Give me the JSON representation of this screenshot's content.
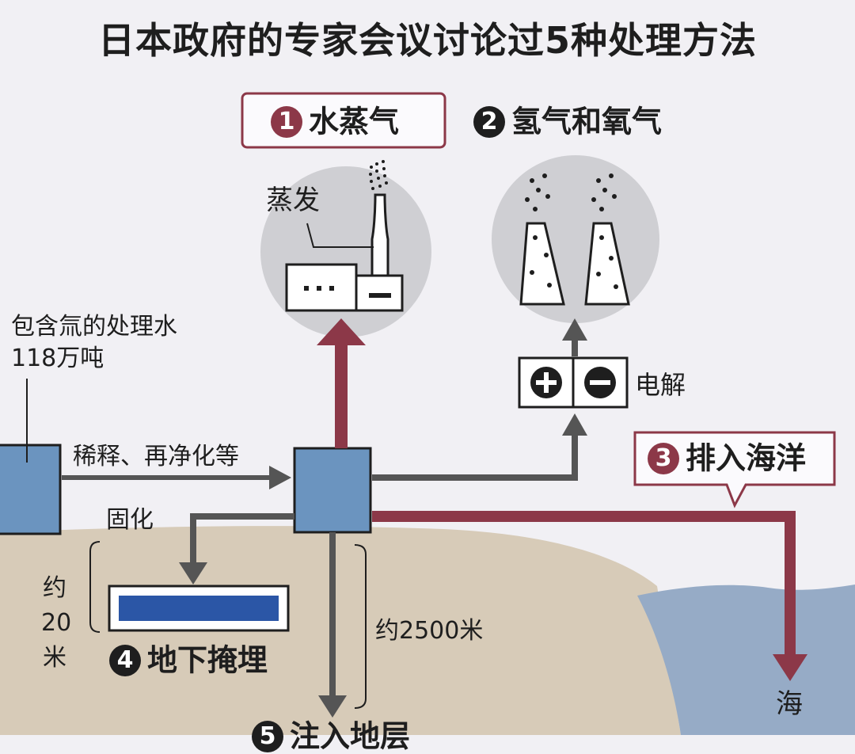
{
  "title": "日本政府的专家会议讨论过5种处理方法",
  "colors": {
    "background": "#f1f0f4",
    "ground": "#d7cbb8",
    "sea": "#96abc6",
    "tank": "#6b94bf",
    "red_route": "#8c3848",
    "gray_route": "#555555",
    "buried_block": "#2b56a6"
  },
  "options": [
    {
      "num": "1",
      "label": "水蒸气"
    },
    {
      "num": "2",
      "label": "氢气和氧气"
    },
    {
      "num": "3",
      "label": "排入海洋"
    },
    {
      "num": "4",
      "label": "地下掩埋"
    },
    {
      "num": "5",
      "label": "注入地层"
    }
  ],
  "labels": {
    "evaporate": "蒸发",
    "water_line1": "包含氚的处理水",
    "water_line2": "118万吨",
    "dilute": "稀释、再净化等",
    "solidify": "固化",
    "depth_short_1": "约",
    "depth_short_2": "20",
    "depth_short_3": "米",
    "depth_long": "约2500米",
    "electrolysis": "电解",
    "sea": "海"
  },
  "icons": {
    "plus": "plus-circle-icon",
    "minus": "minus-circle-icon"
  }
}
